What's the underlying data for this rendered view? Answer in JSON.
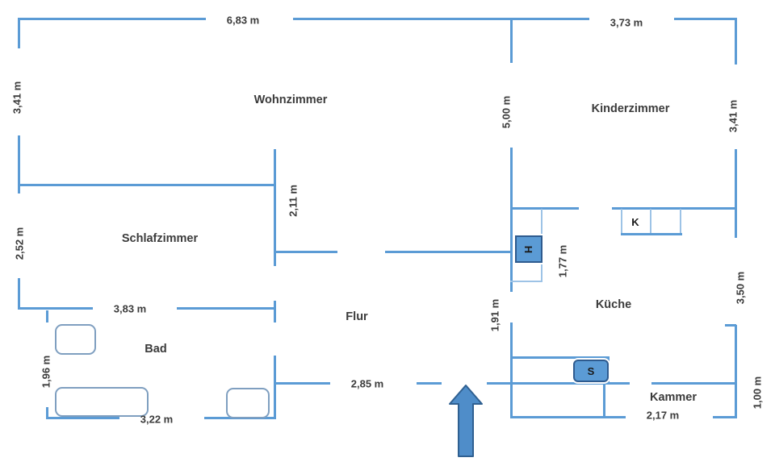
{
  "rooms": {
    "wohnzimmer": "Wohnzimmer",
    "kinderzimmer": "Kinderzimmer",
    "schlafzimmer": "Schlafzimmer",
    "flur": "Flur",
    "kueche": "Küche",
    "bad": "Bad",
    "kammer": "Kammer"
  },
  "dimensions": {
    "wohnzimmer_width": "6,83 m",
    "kinderzimmer_width": "3,73 m",
    "left_height": "3,41 m",
    "right_height": "3,41 m",
    "mid_height": "5,00 m",
    "schlafzimmer_wall": "2,11 m",
    "schlafzimmer_height": "2,52 m",
    "kueche_counter": "1,77 m",
    "kueche_right_height": "3,50 m",
    "kueche_door": "1,91 m",
    "bad_width_top": "3,83 m",
    "bad_height": "1,96 m",
    "flur_width": "2,85 m",
    "bad_width_bottom": "3,22 m",
    "kammer_width": "2,17 m",
    "kammer_height": "1,00 m"
  },
  "appliances": {
    "stove": "H",
    "fridge": "K",
    "sink": "S"
  },
  "colors": {
    "wall": "#5b9bd5",
    "thin_line": "#9dc3e6",
    "fixture_outline": "#7f9fc0",
    "appliance_fill": "#5b9bd5",
    "appliance_border": "#2e5b8f",
    "arrow_fill": "#4f8dc9",
    "arrow_border": "#2f6091",
    "label_text": "#3b3b3b"
  }
}
